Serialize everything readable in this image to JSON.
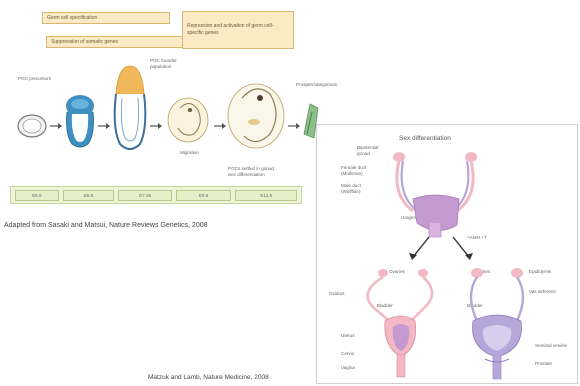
{
  "top_figure": {
    "boxes": {
      "germ_cell_spec": "Germ cell specification",
      "suppression": "Suppression of somatic genes",
      "repression": "Repression and activation of germ cell-specific genes"
    },
    "labels": {
      "pgc_precursors": "PGC precursors",
      "pgc_founder": "PGC founder population",
      "migration": "Migration",
      "pgcs_settled": "PGCs settled in gonad",
      "sex_differentiation": "Sex differentiation",
      "prospermatogonium": "Prospermatogonium"
    },
    "stages": [
      "E6.5",
      "E6.8",
      "E7.25",
      "E9.5",
      "E12.5"
    ],
    "colors": {
      "box_fill": "#fbeac4",
      "stage_fill": "#e6efc8",
      "epiblast_blue": "#3f8fc2",
      "pgc_orange": "#f0b85a"
    }
  },
  "caption_left": "Adapted from Sasaki and Matsui, Nature Reviews Genetics, 2008",
  "sex_diff_figure": {
    "title": "Sex differentiation",
    "labels_left": [
      "Bipotential gonad",
      "Female duct (Müllerian)",
      "Male duct (Wolffian)",
      "Urogenital sinus"
    ],
    "hormone_label": "+AMH +T",
    "female_labels": [
      "Ovaries",
      "Oviduct",
      "Bladder",
      "Uterus",
      "Cervix",
      "Vagina"
    ],
    "male_labels": [
      "Testes",
      "Epididymis",
      "Vas deferens",
      "Bladder",
      "Seminal vesicle",
      "Prostate"
    ],
    "colors": {
      "female_pink": "#f2b8c4",
      "male_purple": "#b7a6d8",
      "sinus_purple": "#c59ad0"
    }
  },
  "caption_right": "Matzuk and Lamb, Nature Medicine, 2008"
}
